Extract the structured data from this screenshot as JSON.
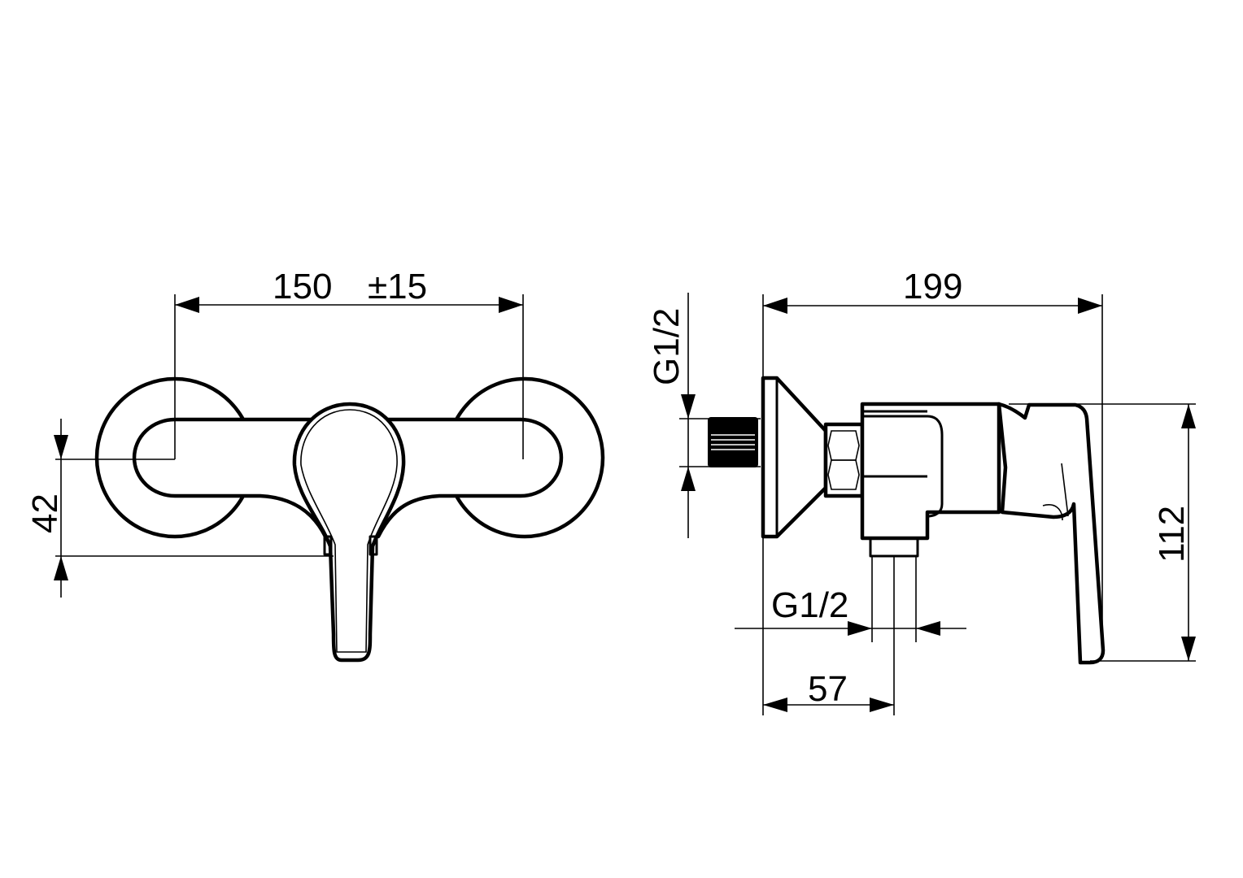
{
  "drawing": {
    "title": "Single-lever shower mixer, exposed – dimensional drawing",
    "colors": {
      "line": "#000000",
      "background": "#ffffff"
    },
    "front_view": {
      "dimensions": {
        "centre_distance": "150",
        "centre_tolerance": "±15",
        "height_to_lever": "42"
      }
    },
    "side_view": {
      "dimensions": {
        "total_depth": "199",
        "inlet_thread": "G1/2",
        "outlet_thread": "G1/2",
        "outlet_offset": "57",
        "height": "112"
      }
    }
  }
}
